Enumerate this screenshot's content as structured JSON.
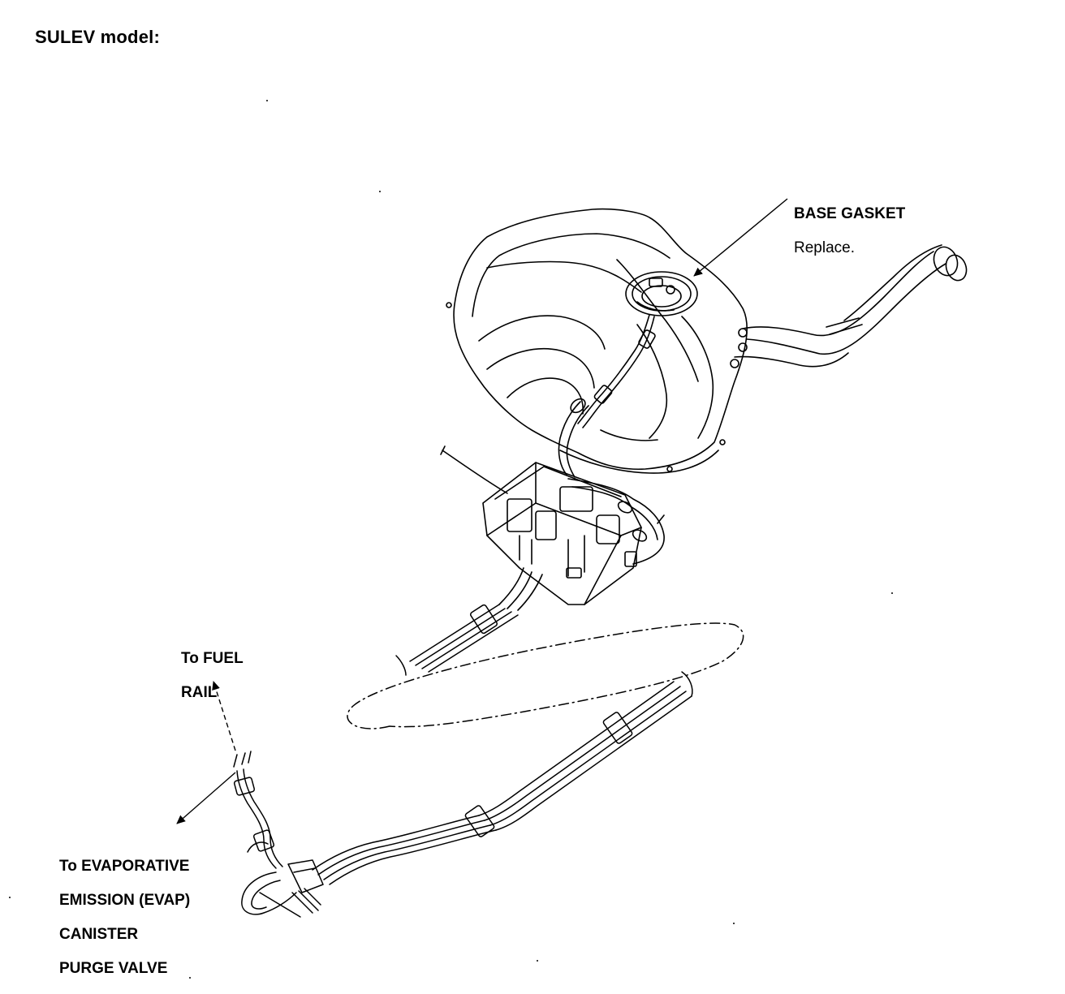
{
  "title": "SULEV model:",
  "callouts": {
    "base_gasket": {
      "title": "BASE GASKET",
      "note": "Replace."
    },
    "fuel_rail": {
      "line1": "To FUEL",
      "line2": "RAIL"
    },
    "evap": {
      "line1": "To EVAPORATIVE",
      "line2": "EMISSION (EVAP)",
      "line3": "CANISTER",
      "line4": "PURGE VALVE"
    }
  },
  "icons": {
    "fuel_tank": "fuel-tank-icon",
    "evap_canister": "evap-canister-icon",
    "fuel_lines": "fuel-lines-icon"
  },
  "colors": {
    "ink": "#000000",
    "background": "#ffffff"
  }
}
